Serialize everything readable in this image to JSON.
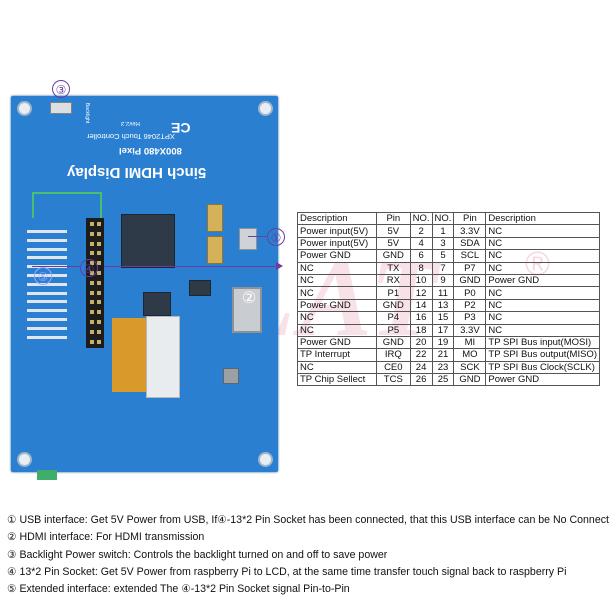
{
  "board": {
    "title": "5inch HDMI Display",
    "resolution": "800X480 Pixel",
    "controller": "XPT2046 Touch Controller",
    "revision": "Rev2.3",
    "marks": "CE",
    "switch_label": "Backlight"
  },
  "markers": {
    "m1": "①",
    "m2": "②",
    "m3": "③",
    "m4": "④",
    "m5": "⑤"
  },
  "watermark": "FLAT",
  "watermark_reg": "®",
  "table": {
    "headers": [
      "Description",
      "Pin",
      "NO.",
      "NO.",
      "Pin",
      "Description"
    ],
    "rows": [
      [
        "Power input(5V)",
        "5V",
        "2",
        "1",
        "3.3V",
        "NC"
      ],
      [
        "Power input(5V)",
        "5V",
        "4",
        "3",
        "SDA",
        "NC"
      ],
      [
        "Power GND",
        "GND",
        "6",
        "5",
        "SCL",
        "NC"
      ],
      [
        "NC",
        "TX",
        "8",
        "7",
        "P7",
        "NC"
      ],
      [
        "NC",
        "RX",
        "10",
        "9",
        "GND",
        "Power GND"
      ],
      [
        "NC",
        "P1",
        "12",
        "11",
        "P0",
        "NC"
      ],
      [
        "Power GND",
        "GND",
        "14",
        "13",
        "P2",
        "NC"
      ],
      [
        "NC",
        "P4",
        "16",
        "15",
        "P3",
        "NC"
      ],
      [
        "NC",
        "P5",
        "18",
        "17",
        "3.3V",
        "NC"
      ],
      [
        "Power GND",
        "GND",
        "20",
        "19",
        "MI",
        "TP SPI Bus input(MOSI)"
      ],
      [
        "TP Interrupt",
        "IRQ",
        "22",
        "21",
        "MO",
        "TP SPI Bus output(MISO)"
      ],
      [
        "NC",
        "CE0",
        "24",
        "23",
        "SCK",
        "TP SPI Bus Clock(SCLK)"
      ],
      [
        "TP Chip Sellect",
        "TCS",
        "26",
        "25",
        "GND",
        "Power GND"
      ]
    ]
  },
  "notes": [
    "① USB interface: Get 5V Power from USB, If④-13*2 Pin Socket has been connected, that this USB interface can be No Connect",
    "② HDMI interface: For HDMI transmission",
    "③ Backlight Power switch: Controls the backlight turned on and off to save power",
    "④ 13*2 Pin Socket: Get 5V Power from raspberry Pi to LCD, at the same time transfer touch signal back to raspberry Pi",
    "⑤ Extended interface: extended The ④-13*2 Pin Socket signal Pin-to-Pin"
  ],
  "colors": {
    "board": "#2b7fd1",
    "marker": "#6a3ea1",
    "watermark": "#f4c9d4"
  }
}
